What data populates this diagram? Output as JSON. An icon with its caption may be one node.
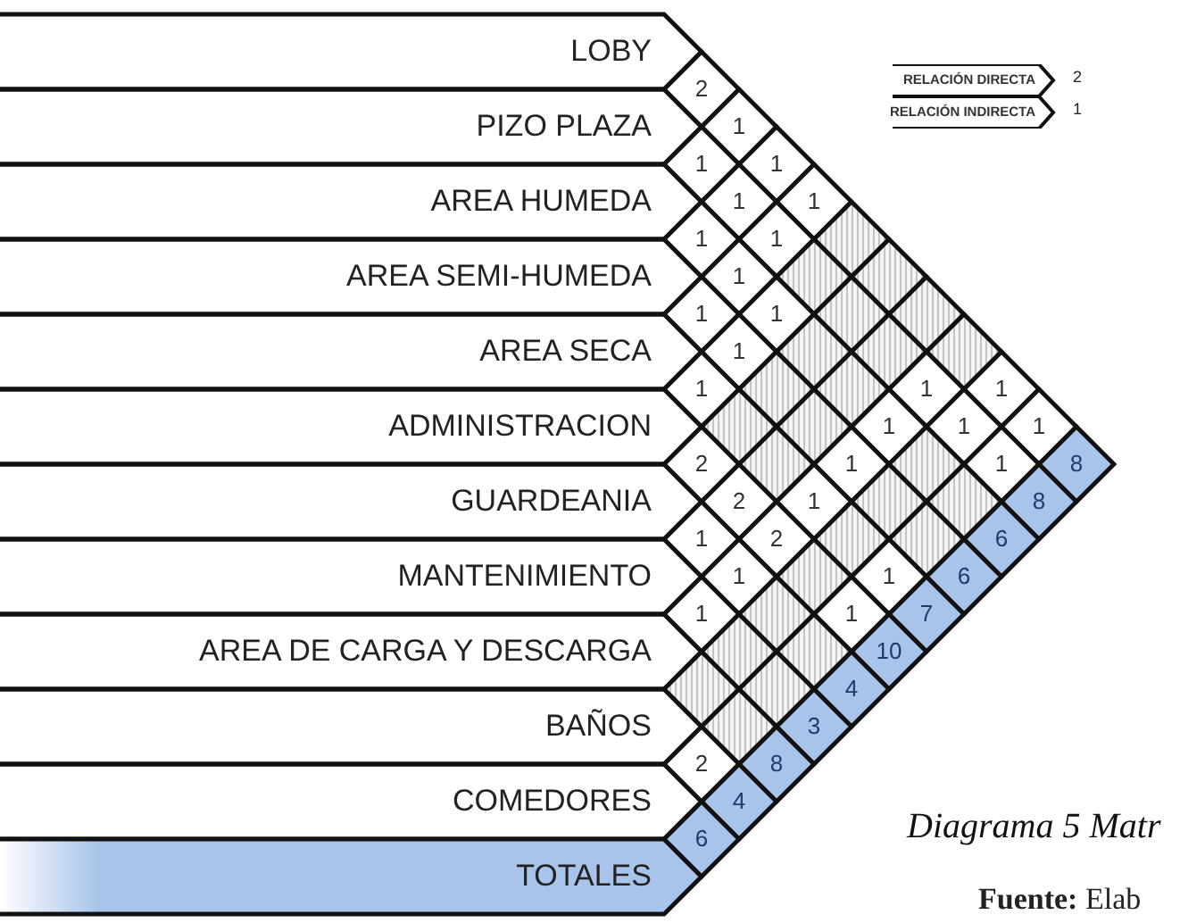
{
  "diagram": {
    "caption": "Diagrama 5 Matr",
    "nodes": [
      {
        "text": [
          "LOBY"
        ]
      },
      {
        "text": [
          "PIZO PLAZA"
        ]
      },
      {
        "text": [
          "AREA HUMEDA"
        ]
      },
      {
        "text": [
          "AREA SEMI-HUMEDA"
        ]
      },
      {
        "text": [
          "AREA SECA"
        ]
      },
      {
        "text": [
          "ADMINISTRACION"
        ]
      },
      {
        "text": [
          "GUARDEANIA"
        ]
      },
      {
        "text": [
          "MANTENIMIENTO"
        ]
      },
      {
        "text": [
          "AREA DE CARGA Y DESCARGA"
        ]
      },
      {
        "text": [
          "BAÑOS"
        ]
      },
      {
        "text": [
          "COMEDORES"
        ]
      },
      {
        "text": [
          "TOTALES"
        ]
      },
      {
        "text": [
          "2"
        ]
      },
      {
        "text": [
          "1"
        ]
      },
      {
        "text": [
          "1"
        ]
      },
      {
        "text": [
          "1"
        ]
      },
      {
        "text": [
          "1"
        ]
      },
      {
        "text": [
          "1"
        ]
      },
      {
        "text": [
          "1"
        ]
      },
      {
        "text": [
          "1"
        ]
      },
      {
        "text": [],
        "shape": "diamond"
      },
      {
        "text": [
          "1"
        ]
      },
      {
        "text": [],
        "shape": "diamond"
      },
      {
        "text": [],
        "shape": "diamond"
      },
      {
        "text": [
          "1"
        ]
      },
      {
        "text": [
          "1"
        ]
      },
      {
        "text": [],
        "shape": "diamond"
      },
      {
        "text": [],
        "shape": "diamond"
      },
      {
        "text": [
          "1"
        ]
      },
      {
        "text": [],
        "shape": "diamond"
      },
      {
        "text": [],
        "shape": "diamond"
      },
      {
        "text": [],
        "shape": "diamond"
      },
      {
        "text": [
          "1"
        ]
      },
      {
        "text": [],
        "shape": "diamond"
      },
      {
        "text": [],
        "shape": "diamond"
      },
      {
        "text": [
          "1"
        ]
      },
      {
        "text": [
          "1"
        ]
      },
      {
        "text": [],
        "shape": "diamond"
      },
      {
        "text": [],
        "shape": "diamond"
      },
      {
        "text": [
          "1"
        ]
      },
      {
        "text": [
          "1"
        ]
      },
      {
        "text": [
          "1"
        ]
      },
      {
        "text": [
          "2"
        ]
      },
      {
        "text": [],
        "shape": "diamond"
      },
      {
        "text": [
          "1"
        ]
      },
      {
        "text": [],
        "shape": "diamond"
      },
      {
        "text": [
          "1"
        ]
      },
      {
        "text": [
          "8"
        ]
      },
      {
        "text": [
          "2"
        ]
      },
      {
        "text": [
          "1"
        ]
      },
      {
        "text": [],
        "shape": "diamond"
      },
      {
        "text": [],
        "shape": "diamond"
      },
      {
        "text": [
          "8"
        ]
      },
      {
        "text": [
          "1"
        ]
      },
      {
        "text": [
          "2"
        ]
      },
      {
        "text": [],
        "shape": "diamond"
      },
      {
        "text": [],
        "shape": "diamond"
      },
      {
        "text": [
          "6"
        ]
      },
      {
        "text": [
          "1"
        ]
      },
      {
        "text": [],
        "shape": "diamond"
      },
      {
        "text": [
          "1"
        ]
      },
      {
        "text": [
          "6"
        ]
      },
      {
        "text": [
          "1"
        ]
      },
      {
        "text": [],
        "shape": "diamond"
      },
      {
        "text": [
          "1"
        ]
      },
      {
        "text": [
          "7"
        ]
      },
      {
        "text": [],
        "shape": "diamond"
      },
      {
        "text": [],
        "shape": "diamond"
      },
      {
        "text": [
          "10"
        ]
      },
      {
        "text": [],
        "shape": "diamond"
      },
      {
        "text": [],
        "shape": "diamond"
      },
      {
        "text": [
          "4"
        ]
      },
      {
        "text": [],
        "shape": "diamond"
      },
      {
        "text": [
          "3"
        ]
      },
      {
        "text": [
          "2"
        ]
      },
      {
        "text": [
          "8"
        ]
      },
      {
        "text": [
          "4"
        ]
      },
      {
        "text": [
          "6"
        ]
      }
    ],
    "labels": [
      "2",
      "1",
      "**Fuente:** Elab"
    ],
    "legend": [
      {
        "text": "RELACIÓN DIRECTA"
      },
      {
        "text": "RELACIÓN INDIRECTA"
      }
    ]
  }
}
